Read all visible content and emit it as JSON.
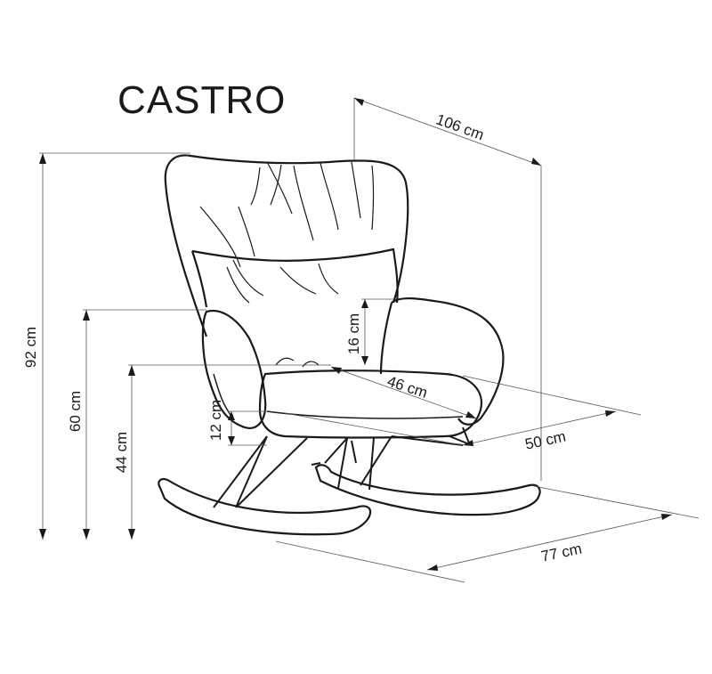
{
  "title": "CASTRO",
  "dimensions": {
    "total_height": "92 cm",
    "armrest_height": "60 cm",
    "seat_height": "44 cm",
    "backrest_to_arm": "16 cm",
    "seat_thickness": "12 cm",
    "total_width": "106 cm",
    "seat_width": "46 cm",
    "seat_depth": "50 cm",
    "total_depth": "77 cm"
  },
  "colors": {
    "line": "#1a1a1a",
    "background": "#ffffff"
  }
}
